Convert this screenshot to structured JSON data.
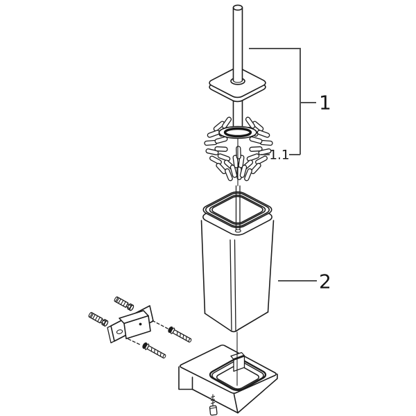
{
  "figure": {
    "background": "#ffffff",
    "line_color": "#1c1c1c",
    "leader_color": "#4f4f4f",
    "callouts": {
      "part_1": "1",
      "part_1_1": "1.1",
      "part_2": "2"
    }
  }
}
